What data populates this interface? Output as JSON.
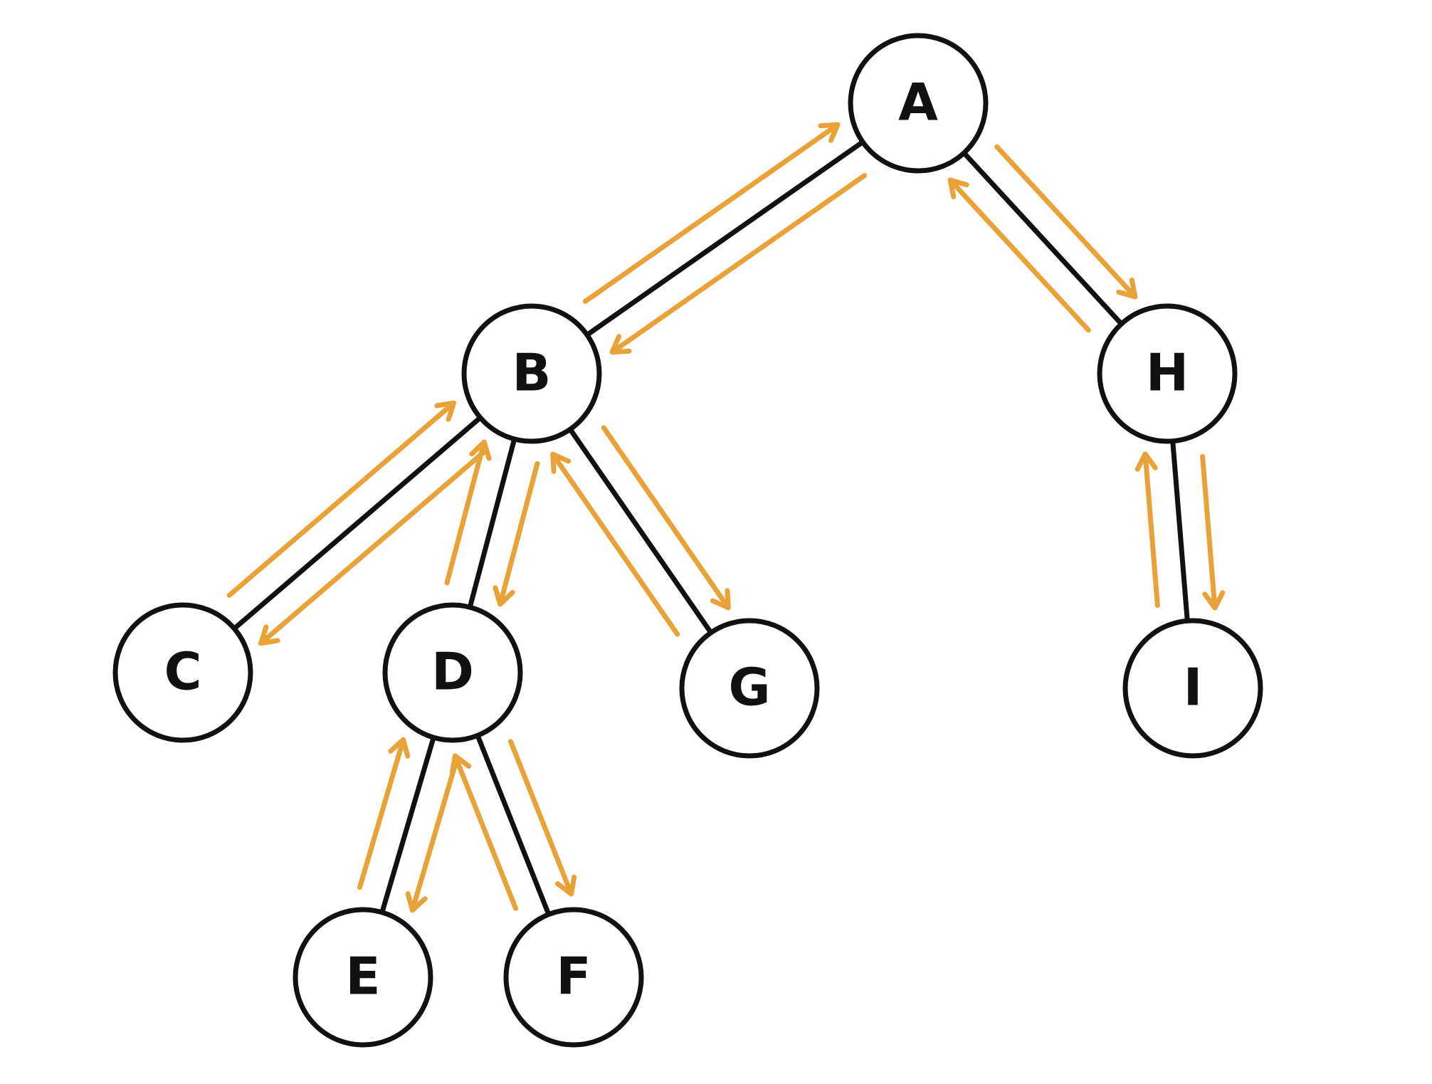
{
  "colors": {
    "edge": "#111111",
    "traversal": "#e8a238",
    "node_fill": "#ffffff",
    "node_stroke": "#111111"
  },
  "nodes": [
    {
      "id": "A",
      "label": "A"
    },
    {
      "id": "B",
      "label": "B"
    },
    {
      "id": "C",
      "label": "C"
    },
    {
      "id": "D",
      "label": "D"
    },
    {
      "id": "E",
      "label": "E"
    },
    {
      "id": "F",
      "label": "F"
    },
    {
      "id": "G",
      "label": "G"
    },
    {
      "id": "H",
      "label": "H"
    },
    {
      "id": "I",
      "label": "I"
    }
  ],
  "edges": [
    {
      "from": "A",
      "to": "B"
    },
    {
      "from": "A",
      "to": "H"
    },
    {
      "from": "B",
      "to": "C"
    },
    {
      "from": "B",
      "to": "D"
    },
    {
      "from": "B",
      "to": "G"
    },
    {
      "from": "D",
      "to": "E"
    },
    {
      "from": "D",
      "to": "F"
    },
    {
      "from": "H",
      "to": "I"
    }
  ],
  "traversal_order": [
    {
      "from": "A",
      "to": "B"
    },
    {
      "from": "B",
      "to": "C"
    },
    {
      "from": "C",
      "to": "B"
    },
    {
      "from": "B",
      "to": "D"
    },
    {
      "from": "D",
      "to": "E"
    },
    {
      "from": "E",
      "to": "D"
    },
    {
      "from": "D",
      "to": "F"
    },
    {
      "from": "F",
      "to": "D"
    },
    {
      "from": "D",
      "to": "B"
    },
    {
      "from": "B",
      "to": "G"
    },
    {
      "from": "G",
      "to": "B"
    },
    {
      "from": "B",
      "to": "A"
    },
    {
      "from": "A",
      "to": "H"
    },
    {
      "from": "H",
      "to": "I"
    },
    {
      "from": "I",
      "to": "H"
    },
    {
      "from": "H",
      "to": "A"
    }
  ]
}
